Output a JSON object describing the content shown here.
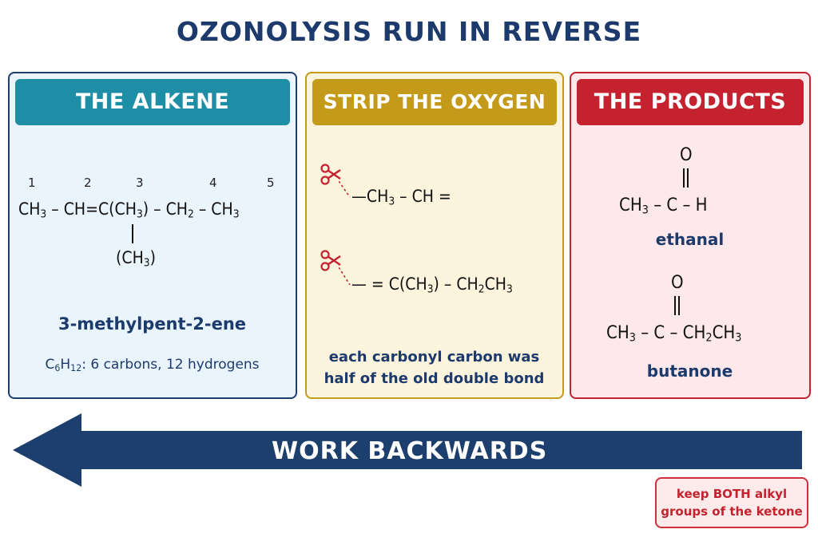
{
  "title": "OZONOLYSIS RUN IN REVERSE",
  "colors": {
    "title": "#1c3a6b",
    "alkene": "#1e8ea7",
    "strip": "#c49a1a",
    "products": "#c4222f",
    "arrow": "#1d3f6e"
  },
  "alkene_panel": {
    "header": "THE ALKENE",
    "numbers": [
      "1",
      "2",
      "3",
      "4",
      "5"
    ],
    "formula": {
      "ch3_a": "CH",
      "ch3_a_sub": "3",
      "dash1": "–",
      "ch": "CH",
      "double": "=",
      "c_branch": "C(CH",
      "c_branch_sub": "3",
      "c_branch_close": ")",
      "dash2": "–",
      "ch2": "CH",
      "ch2_sub": "2",
      "dash3": "–",
      "ch3_b": "CH",
      "ch3_b_sub": "3"
    },
    "branch": {
      "open": "(CH",
      "sub": "3",
      "close": ")"
    },
    "name": "3-methylpent-2-ene",
    "molecular": {
      "c": "C",
      "c_sub": "6",
      "h": "H",
      "h_sub": "12",
      "rest": ": 6 carbons, 12 hydrogens"
    }
  },
  "strip_panel": {
    "header": "STRIP THE OXYGEN",
    "fragment1": {
      "lead": "—",
      "ch3": "CH",
      "sub": "3",
      "rest": " – CH ="
    },
    "fragment2": {
      "lead": "—",
      "eq": " = C(CH",
      "sub": "3",
      "mid": ") – CH",
      "sub2": "2",
      "tail": "CH",
      "sub3": "3"
    },
    "note_line1": "each carbonyl carbon was",
    "note_line2": "half of the old double bond",
    "scissors_icon": "scissors-icon"
  },
  "products_panel": {
    "header": "THE PRODUCTS",
    "product1": {
      "o": "O",
      "left": "CH",
      "left_sub": "3",
      "rest": " – C – H",
      "name": "ethanal"
    },
    "product2": {
      "o": "O",
      "left": "CH",
      "left_sub": "3",
      "rest": " – C – CH",
      "sub2": "2",
      "tail": "CH",
      "sub3": "3",
      "name": "butanone"
    }
  },
  "arrow": {
    "label": "WORK BACKWARDS"
  },
  "tip": {
    "line1": "keep BOTH alkyl",
    "line2": "groups of the ketone"
  }
}
